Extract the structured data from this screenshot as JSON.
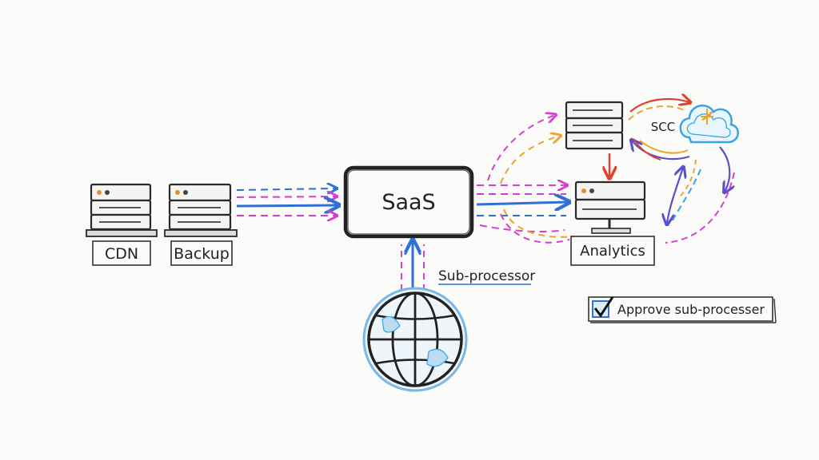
{
  "nodes": {
    "cdn": {
      "label": "CDN"
    },
    "backup": {
      "label": "Backup"
    },
    "saas": {
      "label": "SaaS"
    },
    "analytics": {
      "label": "Analytics"
    },
    "scc": {
      "label": "SCC"
    }
  },
  "edges": {
    "subprocessor_label": "Sub-processor"
  },
  "approval": {
    "label": "Approve sub-processer",
    "checked": true
  },
  "colors": {
    "ink": "#222222",
    "blue": "#2f6fd6",
    "magenta": "#d43fd0",
    "orange": "#f0a22a",
    "red": "#e0402f",
    "purple": "#5a4fc9",
    "cloud_blue": "#3aa3e0"
  }
}
